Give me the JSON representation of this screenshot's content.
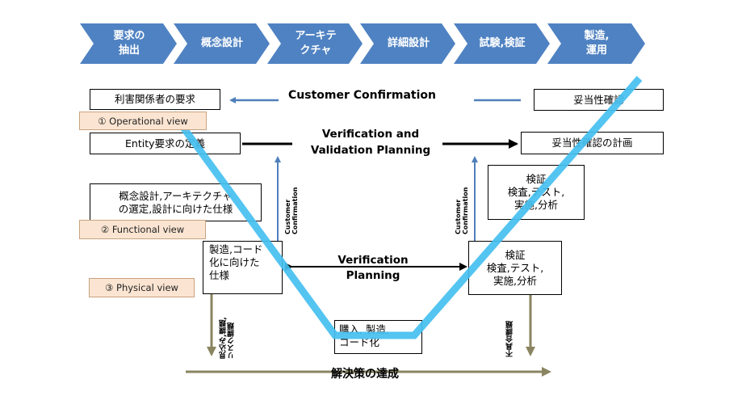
{
  "phases": [
    {
      "label": "要求の\n抽出"
    },
    {
      "label": "概念設計"
    },
    {
      "label": "アーキテ\nクチャ"
    },
    {
      "label": "詳細設計"
    },
    {
      "label": "試験,検証"
    },
    {
      "label": "製造,\n運用"
    }
  ],
  "colors": {
    "chevron": "#4f82c2",
    "vline": "#45bff0",
    "arrow_blue": "#4f7fbc",
    "olive": "#8a8461",
    "tag_bg": "#fbe5d2"
  },
  "left": {
    "stakeholder_req": "利害関係者の要求",
    "entity_req": "Entity要求の定義",
    "concept_design": "概念設計,アーキテクチャ\nの選定,設計に向けた仕様",
    "manufacture_spec": "製造,コード\n化に向けた\n仕様"
  },
  "right": {
    "validity_check": "妥当性確認",
    "validity_plan": "妥当性確認の計画",
    "verify_upper": "検証\n検査,テスト,\n実施,分析",
    "verify_lower": "検証\n検査,テスト,\n実施,分析"
  },
  "bottom": {
    "purchase": "購入, 製造,\nコード化",
    "solution": "解決策の達成"
  },
  "views": {
    "operational": "① Operational view",
    "functional": "② Functional view",
    "physical": "③ Physical view"
  },
  "labels": {
    "customer_confirmation": "Customer Confirmation",
    "vv_planning": "Verification and\nValidation Planning",
    "verification_planning": "Verification\nPlanning",
    "cust_conf_vertical": "Customer\nConfirmation",
    "forecast_risk": "見込み,課題,\nリスク課題",
    "nonconformance": "不具合課題"
  }
}
